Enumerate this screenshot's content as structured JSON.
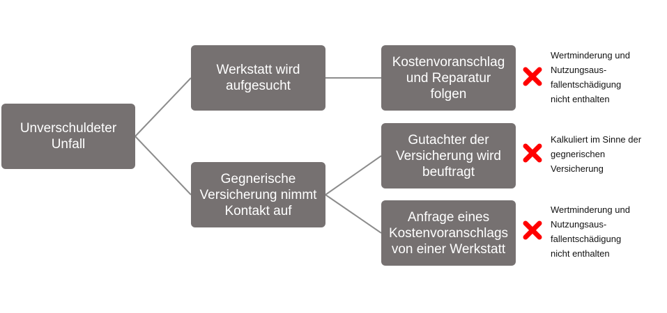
{
  "nodes": {
    "root": "Unverschuldeter\nUnfall",
    "workshop_visit": "Werkstatt wird\naufgesucht",
    "insurer_contact": "Gegnerische\nVersicherung nimmt\nKontakt auf",
    "estimate_repair": "Kostenvoranschlag\nund Reparatur\nfolgen",
    "insurer_appraiser": "Gutachter der\nVersicherung wird\nbeuftragt",
    "estimate_request": "Anfrage eines\nKostenvoranschlags\nvon einer Werkstatt"
  },
  "notes": {
    "estimate_repair": "Wertminderung und\nNutzungsaus-\nfallentschädigung\nnicht enthalten",
    "insurer_appraiser": "Kalkuliert im Sinne der\ngegnerischen\nVersicherung",
    "estimate_request": "Wertminderung und\nNutzungsaus-\nfallentschädigung\nnicht enthalten"
  },
  "icons": {
    "cross": "cross-icon"
  },
  "colors": {
    "node_fill": "#767171",
    "node_text": "#ffffff",
    "connector": "#8c8c8c",
    "cross": "#ff0000"
  }
}
